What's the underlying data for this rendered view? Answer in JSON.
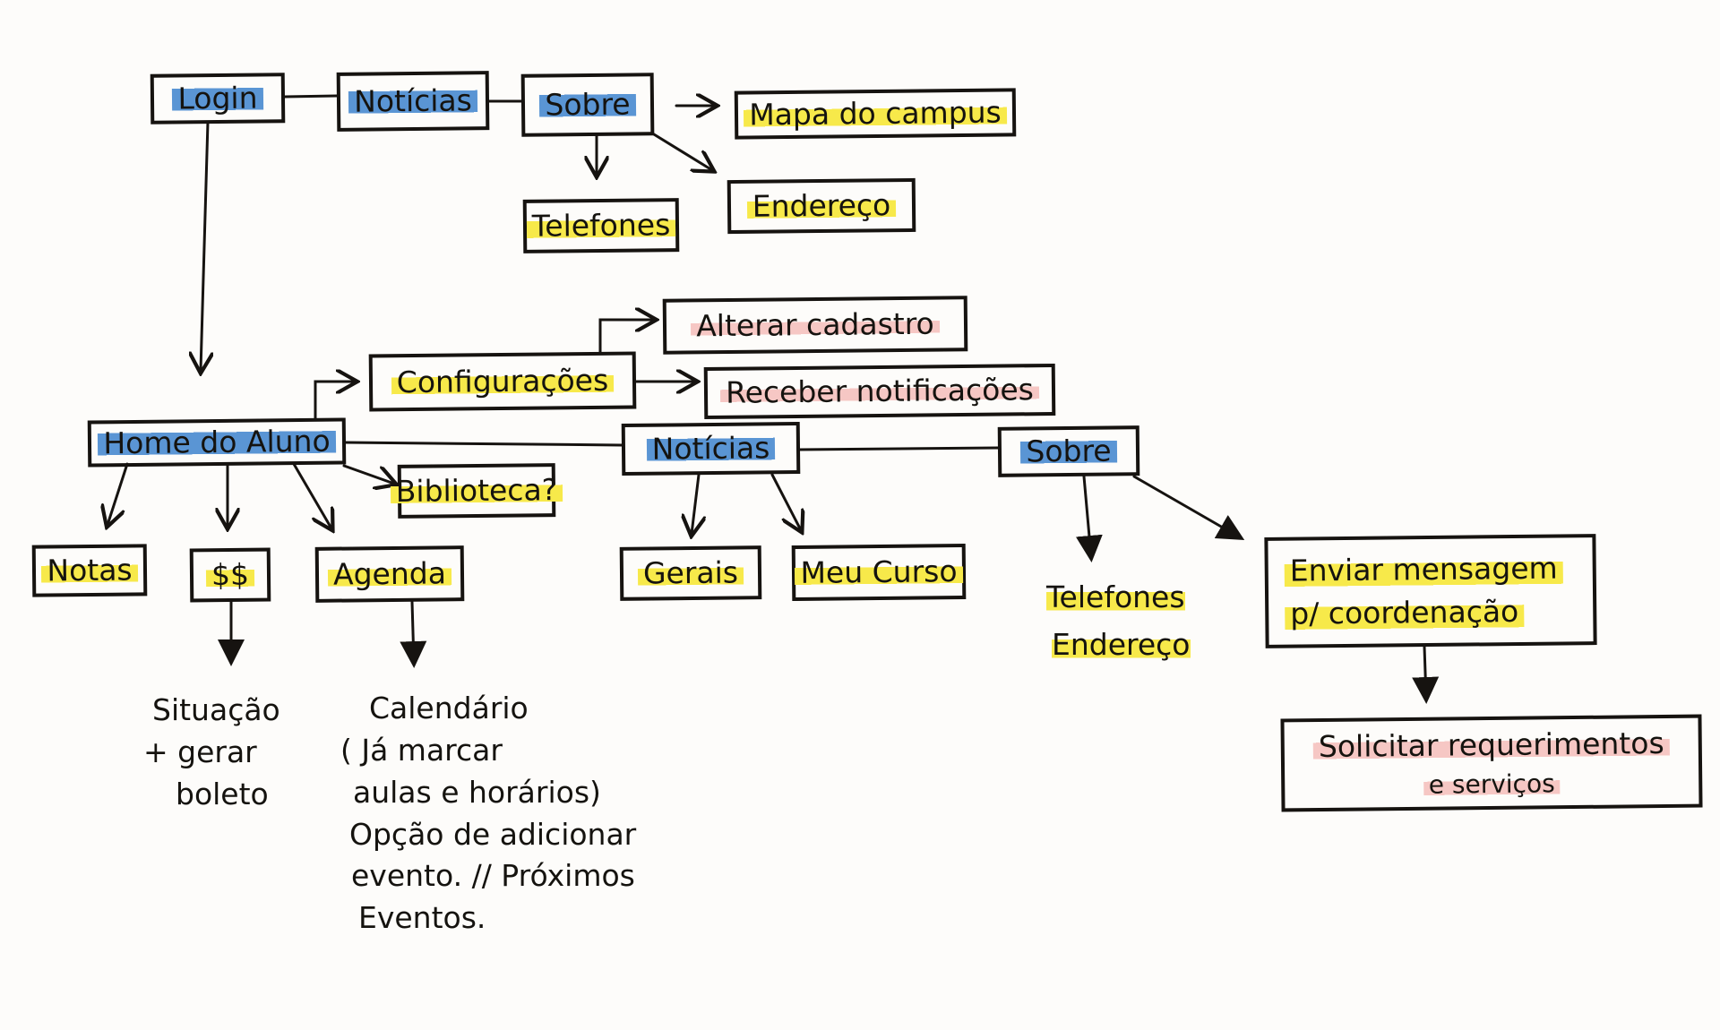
{
  "top": {
    "login": "Login",
    "noticias": "Notícias",
    "sobre": "Sobre",
    "mapa": "Mapa do campus",
    "endereco": "Endereço",
    "telefones": "Telefones"
  },
  "home": {
    "title": "Home do Aluno",
    "configuracoes": "Configurações",
    "alterar_cadastro": "Alterar cadastro",
    "receber_notificacoes": "Receber notificações",
    "biblioteca": "Biblioteca?",
    "notas": "Notas",
    "financeiro": "$$",
    "agenda": "Agenda",
    "financeiro_note": [
      "Situação",
      "+ gerar",
      "boleto"
    ],
    "agenda_note": [
      "Calendário",
      "( Já marcar",
      "aulas e horários)",
      "Opção de adicionar",
      "evento. // Próximos",
      "Eventos."
    ]
  },
  "noticias2": {
    "title": "Notícias",
    "gerais": "Gerais",
    "meu_curso": "Meu Curso"
  },
  "sobre2": {
    "title": "Sobre",
    "telefones": "Telefones",
    "endereco": "Endereço",
    "enviar_mensagem": [
      "Enviar mensagem",
      "p/ coordenação"
    ],
    "solicitar": [
      "Solicitar requerimentos",
      "e serviços"
    ]
  },
  "colors": {
    "blue": "#5a95d4",
    "yellow": "#f7e94a",
    "pink": "#f6c7c4",
    "ink": "#161310"
  }
}
